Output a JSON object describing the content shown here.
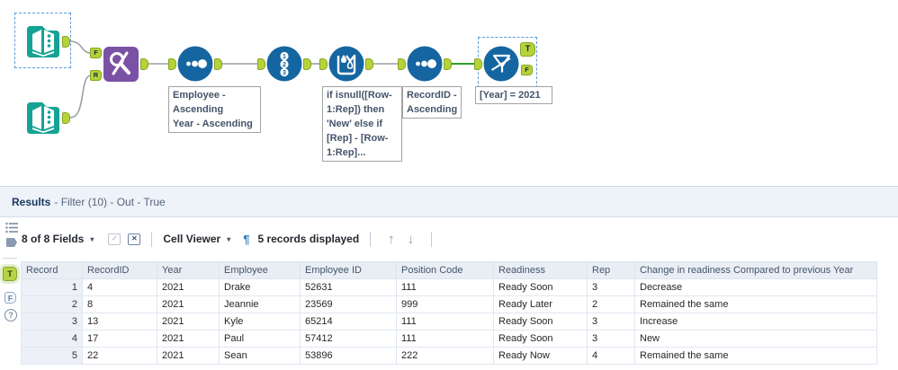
{
  "workflow": {
    "anchors": {
      "find_f": "F",
      "find_r": "R",
      "filter_t": "T",
      "filter_f": "F"
    },
    "annotations": {
      "sort1": "Employee -\nAscending\nYear - Ascending",
      "multirow": "if isnull([Row-\n1:Rep]) then\n'New' else if\n[Rep] - [Row-\n1:Rep]...",
      "sort2": "RecordID -\nAscending",
      "filter": "[Year] = 2021"
    },
    "colors": {
      "tool_blue": "#1565a0",
      "input_teal": "#16a294",
      "find_replace_purple": "#7a52a5",
      "anchor_green": "#b5d339",
      "selected_wire_green": "#2ca02c",
      "selection_blue": "#5b9bd5"
    }
  },
  "results": {
    "title": "Results",
    "subtitle": "- Filter (10) - Out - True",
    "toolbar": {
      "fields_label": "8 of 8 Fields",
      "cell_viewer_label": "Cell Viewer",
      "records_label": "5 records displayed"
    },
    "sidebar": {
      "t_label": "T",
      "f_label": "F",
      "help_label": "?"
    },
    "table": {
      "columns": [
        "Record",
        "RecordID",
        "Year",
        "Employee",
        "Employee ID",
        "Position Code",
        "Readiness",
        "Rep",
        "Change in readiness Compared to previous Year"
      ],
      "rows": [
        [
          "1",
          "4",
          "2021",
          "Drake",
          "52631",
          "111",
          "Ready Soon",
          "3",
          "Decrease"
        ],
        [
          "2",
          "8",
          "2021",
          "Jeannie",
          "23569",
          "999",
          "Ready Later",
          "2",
          "Remained the same"
        ],
        [
          "3",
          "13",
          "2021",
          "Kyle",
          "65214",
          "111",
          "Ready Soon",
          "3",
          "Increase"
        ],
        [
          "4",
          "17",
          "2021",
          "Paul",
          "57412",
          "111",
          "Ready Soon",
          "3",
          "New"
        ],
        [
          "5",
          "22",
          "2021",
          "Sean",
          "53896",
          "222",
          "Ready Now",
          "4",
          "Remained the same"
        ]
      ]
    }
  },
  "icons": {
    "caret": "▾",
    "check": "✓",
    "x": "✕",
    "pilcrow": "¶",
    "up_arrow": "↑",
    "down_arrow": "↓"
  }
}
